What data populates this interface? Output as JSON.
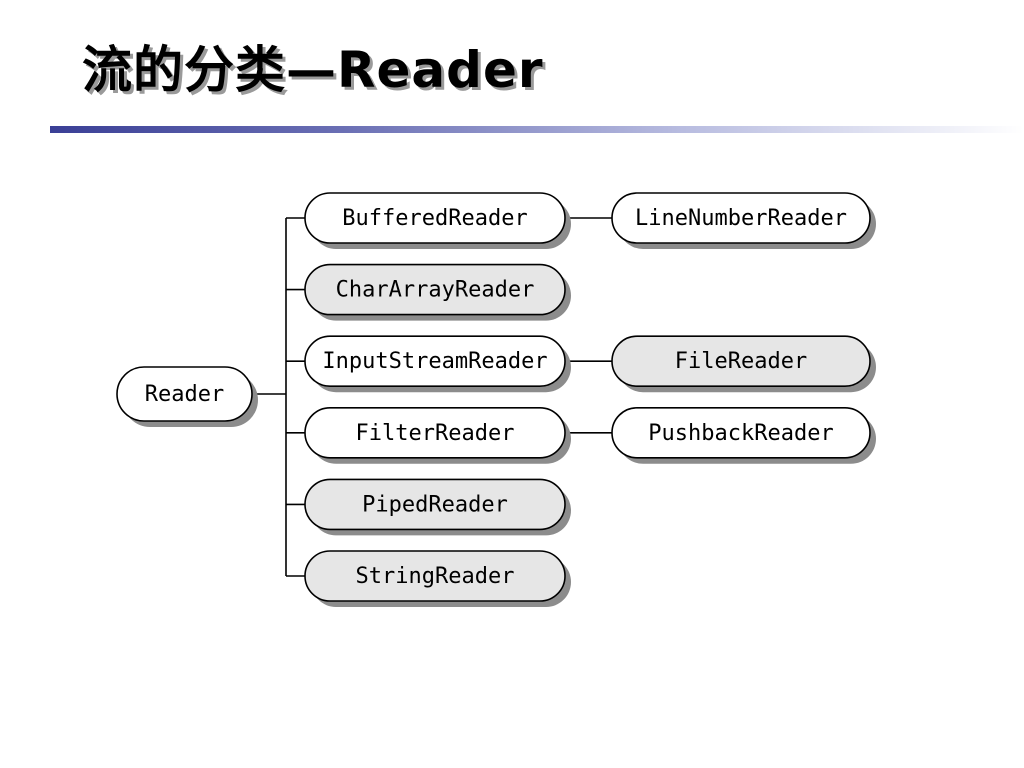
{
  "slide": {
    "title": "流的分类—Reader",
    "accent_color": "#3a3f96"
  },
  "diagram": {
    "root": {
      "label": "Reader",
      "filled": false
    },
    "children": [
      {
        "label": "BufferedReader",
        "filled": false,
        "subclass": {
          "label": "LineNumberReader",
          "filled": false
        }
      },
      {
        "label": "CharArrayReader",
        "filled": true,
        "subclass": null
      },
      {
        "label": "InputStreamReader",
        "filled": false,
        "subclass": {
          "label": "FileReader",
          "filled": true
        }
      },
      {
        "label": "FilterReader",
        "filled": false,
        "subclass": {
          "label": "PushbackReader",
          "filled": false
        }
      },
      {
        "label": "PipedReader",
        "filled": true,
        "subclass": null
      },
      {
        "label": "StringReader",
        "filled": true,
        "subclass": null
      }
    ],
    "colors": {
      "filled": "#e6e6e6",
      "unfilled": "#ffffff",
      "shadow": "#8c8c8c",
      "stroke": "#000000"
    }
  }
}
